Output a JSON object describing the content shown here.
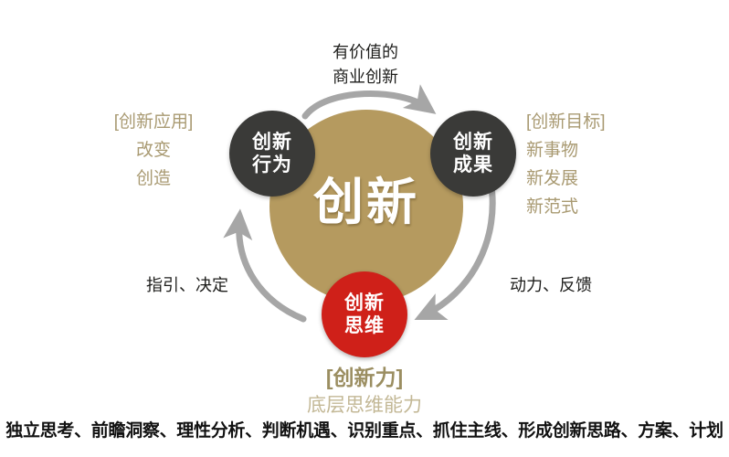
{
  "diagram": {
    "title_center": "创新",
    "nodes": {
      "behavior": {
        "label": "创新\n行为",
        "color": "#3a3a38"
      },
      "result": {
        "label": "创新\n成果",
        "color": "#3a3a38"
      },
      "thinking": {
        "label": "创新\n思维",
        "color": "#cf2019"
      },
      "center": {
        "label": "创新",
        "color": "#b59a5f"
      }
    },
    "labels": {
      "top": "有价值的\n商业创新",
      "left": "[创新应用]\n改变\n创造",
      "right": "[创新目标]\n新事物\n新发展\n新范式",
      "left_bottom": "指引、决定",
      "right_bottom": "动力、反馈",
      "power_title": "[创新力]",
      "power_sub": "底层思维能力",
      "footer": "独立思考、前瞻洞察、理性分析、判断机遇、识别重点、抓住主线、形成创新思路、方案、计划"
    },
    "colors": {
      "gold": "#b59a5f",
      "dark": "#3a3a38",
      "red": "#cf2019",
      "olive_label": "#a99a72",
      "arrow_gray": "#a6a6a6",
      "background": "#ffffff"
    }
  }
}
